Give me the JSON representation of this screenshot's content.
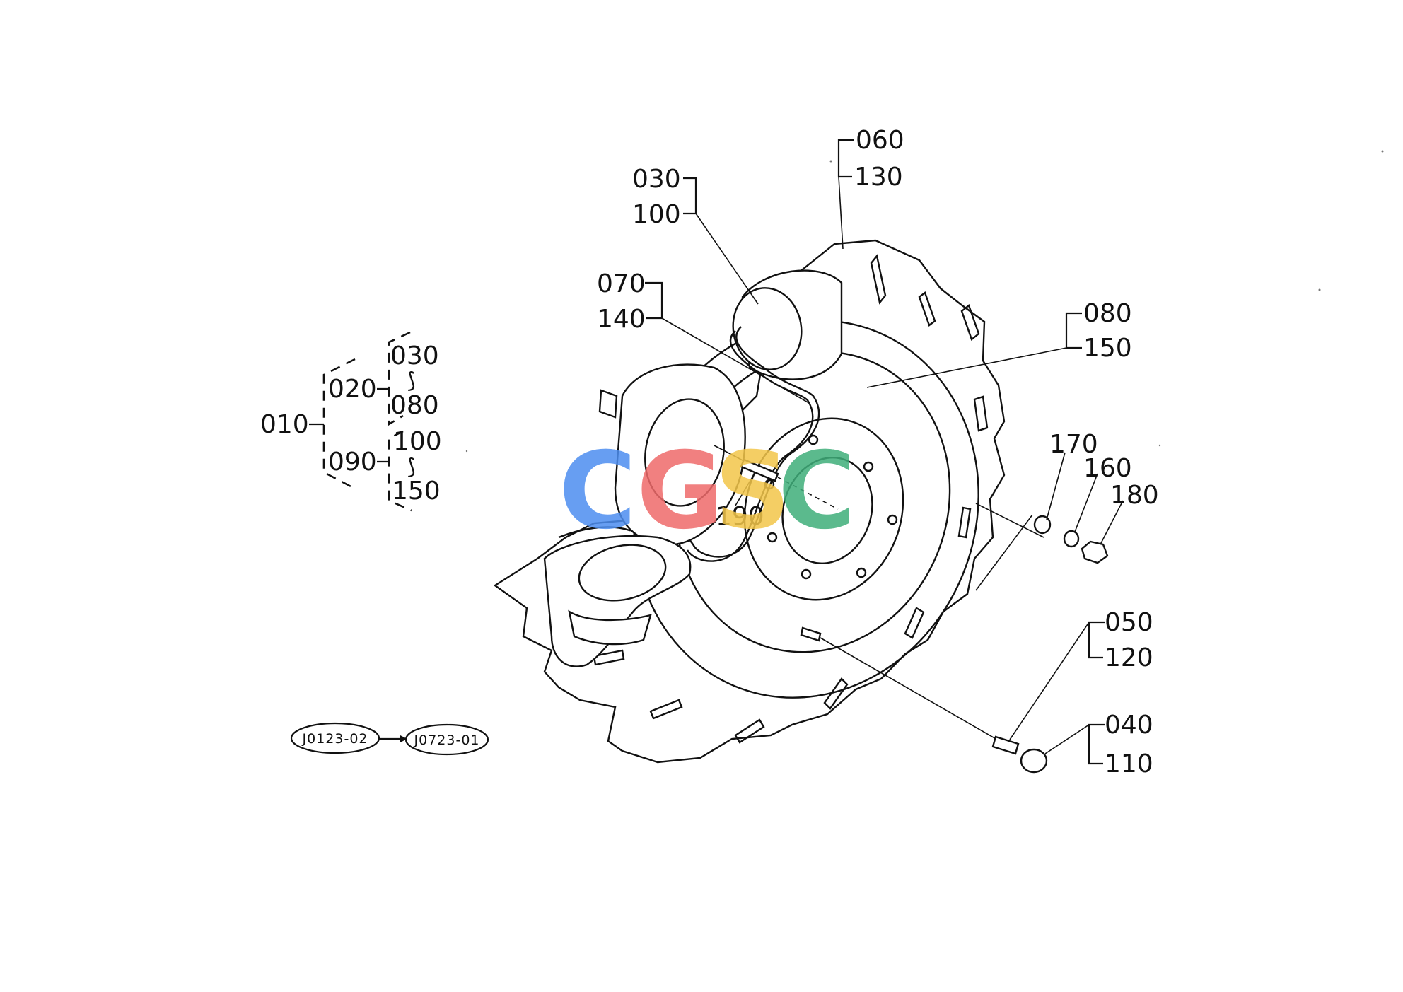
{
  "tree": {
    "root": "010",
    "groups": [
      {
        "id": "020",
        "from": "030",
        "to": "080",
        "sep": "⟆"
      },
      {
        "id": "090",
        "from": "100",
        "to": "150",
        "sep": "⟆"
      }
    ]
  },
  "ref_codes": {
    "from": "J0123-02",
    "to": "J0723-01"
  },
  "callouts": {
    "c060": "060",
    "c130": "130",
    "c030": "030",
    "c100": "100",
    "c070": "070",
    "c140": "140",
    "c080": "080",
    "c150": "150",
    "c170": "170",
    "c160": "160",
    "c180": "180",
    "c190": "190",
    "c050": "050",
    "c120": "120",
    "c040": "040",
    "c110": "110"
  },
  "watermark": {
    "letters": [
      "C",
      "G",
      "S",
      "C"
    ],
    "colors": [
      "#4d8ef0",
      "#ef6b6b",
      "#f3c64a",
      "#3fae7a"
    ]
  }
}
